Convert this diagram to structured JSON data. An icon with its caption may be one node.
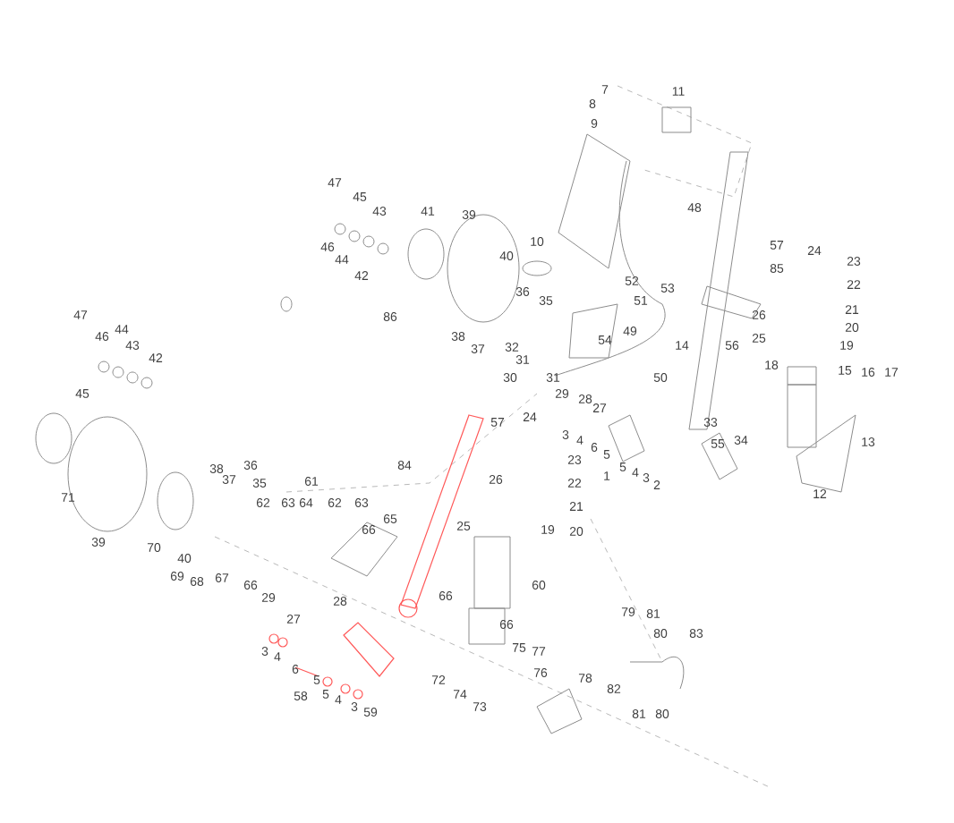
{
  "diagram": {
    "labels": [
      "7",
      "11",
      "8",
      "9",
      "47",
      "45",
      "48",
      "43",
      "41",
      "39",
      "10",
      "57",
      "46",
      "24",
      "40",
      "44",
      "23",
      "85",
      "42",
      "52",
      "22",
      "53",
      "36",
      "35",
      "51",
      "21",
      "26",
      "86",
      "47",
      "20",
      "44",
      "49",
      "46",
      "38",
      "25",
      "54",
      "43",
      "14",
      "56",
      "19",
      "32",
      "37",
      "42",
      "31",
      "18",
      "15",
      "16",
      "17",
      "30",
      "31",
      "50",
      "29",
      "45",
      "28",
      "27",
      "24",
      "57",
      "33",
      "34",
      "13",
      "55",
      "3",
      "4",
      "6",
      "5",
      "23",
      "84",
      "36",
      "38",
      "5",
      "4",
      "3",
      "2",
      "1",
      "26",
      "37",
      "61",
      "35",
      "22",
      "12",
      "71",
      "62",
      "63",
      "64",
      "62",
      "63",
      "21",
      "65",
      "25",
      "19",
      "20",
      "66",
      "39",
      "70",
      "40",
      "69",
      "67",
      "68",
      "66",
      "60",
      "66",
      "29",
      "28",
      "79",
      "81",
      "27",
      "66",
      "80",
      "83",
      "75",
      "3",
      "77",
      "4",
      "6",
      "76",
      "78",
      "5",
      "72",
      "82",
      "5",
      "58",
      "74",
      "4",
      "3",
      "73",
      "59",
      "81",
      "80"
    ]
  }
}
